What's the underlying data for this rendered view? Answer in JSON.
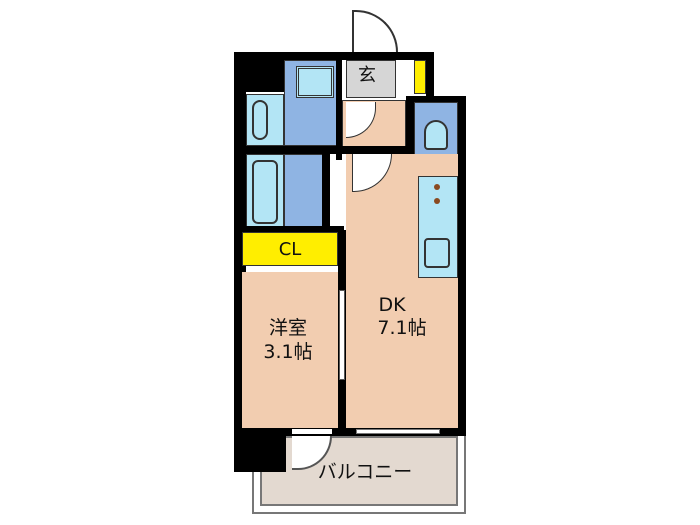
{
  "floorplan": {
    "rooms": [
      {
        "id": "entrance",
        "label": "玄"
      },
      {
        "id": "closet",
        "label": "CL"
      },
      {
        "id": "western-room",
        "label": "洋室",
        "size": "3.1帖"
      },
      {
        "id": "dining-kitchen",
        "label": "DK",
        "size": "7.1帖"
      },
      {
        "id": "balcony",
        "label": "バルコニー"
      }
    ],
    "colors": {
      "wall": "#000000",
      "wet_area": "#8fb4e3",
      "fixture": "#b3e5f5",
      "living": "#f2cdb0",
      "entrance": "#d6d6d6",
      "closet": "#ffee00",
      "balcony": "#e3d9d0"
    }
  }
}
